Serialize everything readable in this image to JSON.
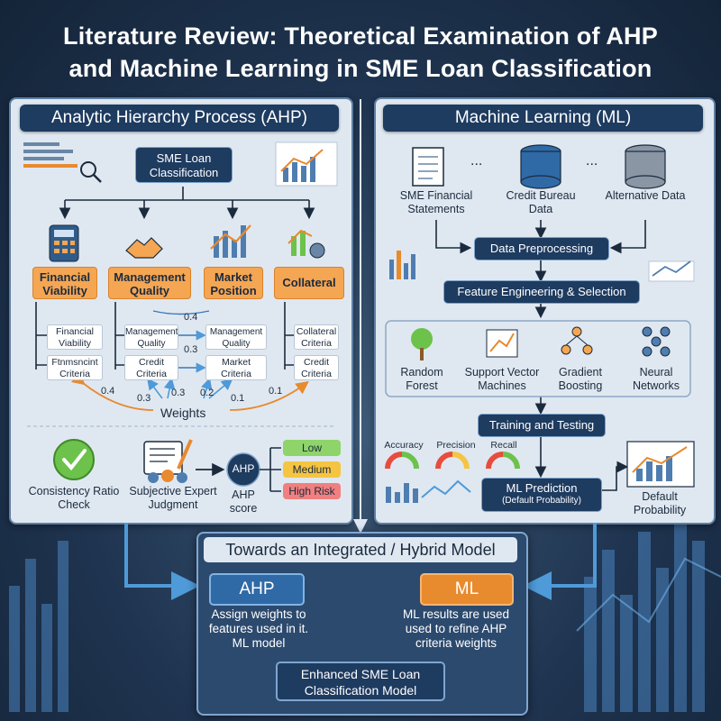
{
  "title": {
    "line1": "Literature Review: Theoretical Examination of AHP",
    "line2": "and Machine Learning in SME Loan Classification"
  },
  "ahp": {
    "header": "Analytic Hierarchy Process (AHP)",
    "root": "SME Loan Classification",
    "criteria": [
      "Financial Viability",
      "Management Quality",
      "Market Position",
      "Collateral"
    ],
    "sub_left": [
      {
        "text": "Financial Viability"
      },
      {
        "text": "Ftnmsncint Criteria"
      }
    ],
    "sub_mid_left": [
      "Management Quality",
      "Credit Criteria"
    ],
    "sub_mid_right": [
      "Management Quality",
      "Market Criteria"
    ],
    "sub_right": [
      "Collateral Criteria",
      "Credit Criteria"
    ],
    "pair_weights": [
      "0.4",
      "0.3"
    ],
    "weights_label": "Weights",
    "weights": [
      "0.4",
      "0.3",
      "0.3",
      "0.2",
      "0.1",
      "0.1"
    ],
    "bottom": {
      "consistency": "Consistency Ratio Check",
      "subjective": "Subjective Expert Judgment",
      "ahp_circle": "AHP",
      "ahp_score": "AHP score",
      "risk_levels": [
        "Low",
        "Medium",
        "High Risk"
      ]
    }
  },
  "ml": {
    "header": "Machine Learning (ML)",
    "sources": [
      "SME Financial Statements",
      "Credit Bureau Data",
      "Alternative Data"
    ],
    "ellipsis": "...",
    "preprocessing": "Data Preprocessing",
    "feature_eng": "Feature Engineering & Selection",
    "models": [
      "Random Forest",
      "Support Vector Machines",
      "Gradient Boosting",
      "Neural Networks"
    ],
    "training": "Training and Testing",
    "metrics": [
      "Accuracy",
      "Precision",
      "Recall"
    ],
    "prediction": "ML Prediction",
    "prediction_sub": "(Default Probability)",
    "default_prob": "Default Probability"
  },
  "hybrid": {
    "header": "Towards an Integrated / Hybrid Model",
    "ahp_label": "AHP",
    "ml_label": "ML",
    "ahp_text": "Assign weights to features used in it. ML model",
    "ml_text": "ML results are used used to refine AHP criteria weights",
    "final": "Enhanced SME Loan Classification Model"
  },
  "colors": {
    "navy": "#1e3b60",
    "orange": "#f5a653",
    "panel": "#dfe8f1",
    "blue_accent": "#4f9ad8",
    "low": "#8fd46b",
    "medium": "#f5c542",
    "high": "#f08080"
  }
}
